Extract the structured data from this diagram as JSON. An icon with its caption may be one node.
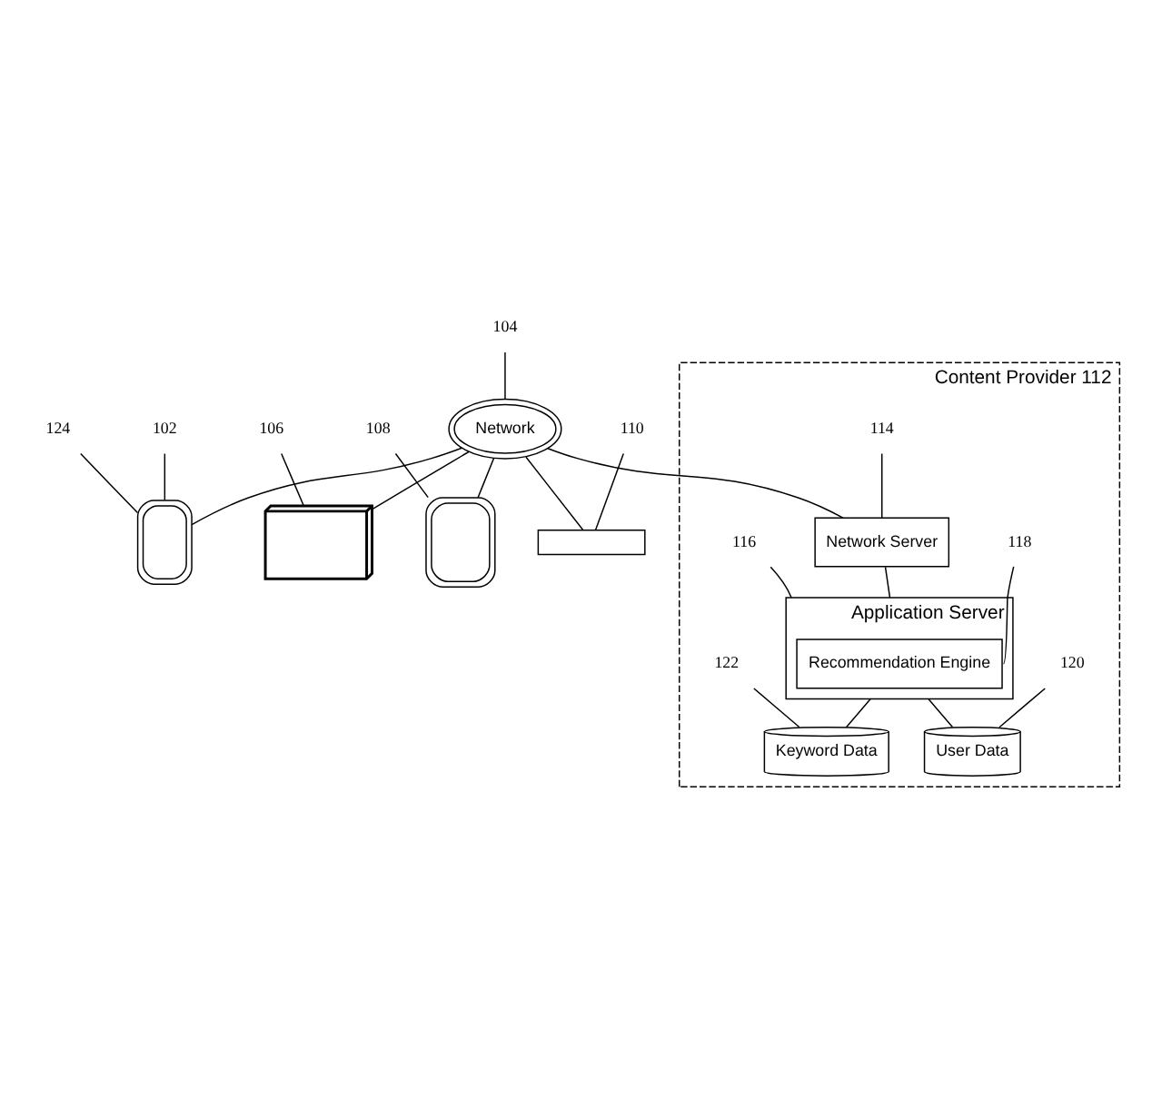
{
  "diagram": {
    "nodes": [
      {
        "text": [
          "102"
        ]
      },
      {
        "text": [],
        "shape": "phone"
      },
      {
        "text": [
          "124"
        ]
      },
      {
        "text": [
          "104"
        ]
      },
      {
        "text": [
          "Network"
        ]
      },
      {
        "text": [
          "106"
        ]
      },
      {
        "text": [],
        "shape": "computer"
      },
      {
        "text": [],
        "shape": "tablet"
      },
      {
        "text": [
          "108"
        ]
      },
      {
        "text": [],
        "shape": "box"
      },
      {
        "text": [
          "110"
        ]
      },
      {
        "text": [
          "Content Provider 112"
        ]
      },
      {
        "text": [
          "114"
        ],
        "in": 11
      },
      {
        "text": [
          "Network Server"
        ],
        "in": 11
      },
      {
        "text": [
          "Application Server"
        ],
        "in": 11
      },
      {
        "text": [
          "116"
        ],
        "in": 11
      },
      {
        "text": [
          "Recommendation Engine"
        ],
        "in": 14
      },
      {
        "text": [
          "118"
        ],
        "in": 11
      },
      {
        "text": [
          "User Data"
        ],
        "in": 11
      },
      {
        "text": [
          "120"
        ],
        "in": 11
      },
      {
        "text": [
          "Keyword Data"
        ],
        "in": 11
      },
      {
        "text": [
          "122"
        ],
        "in": 11
      }
    ],
    "edges": [
      {
        "from": 4,
        "to": 1,
        "arrow": "none"
      },
      {
        "from": 4,
        "to": 6,
        "arrow": "none"
      },
      {
        "from": 4,
        "to": 7,
        "arrow": "none"
      },
      {
        "from": 4,
        "to": 9,
        "arrow": "none"
      },
      {
        "from": 4,
        "to": 13,
        "arrow": "none"
      },
      {
        "from": 13,
        "to": 14,
        "arrow": "none"
      },
      {
        "from": 14,
        "to": 18,
        "arrow": "none"
      },
      {
        "from": 14,
        "to": 20,
        "arrow": "none"
      },
      {
        "from": 0,
        "to": 1,
        "arrow": "none"
      },
      {
        "from": 2,
        "to": 1,
        "arrow": "none"
      },
      {
        "from": 3,
        "to": 4,
        "arrow": "none"
      },
      {
        "from": 5,
        "to": 6,
        "arrow": "none"
      },
      {
        "from": 8,
        "to": 7,
        "arrow": "none"
      },
      {
        "from": 10,
        "to": 9,
        "arrow": "none"
      },
      {
        "from": 12,
        "to": 13,
        "arrow": "none"
      },
      {
        "from": 15,
        "to": 14,
        "arrow": "none"
      },
      {
        "from": 17,
        "to": 16,
        "arrow": "none"
      },
      {
        "from": 19,
        "to": 18,
        "arrow": "none"
      },
      {
        "from": 21,
        "to": 20,
        "arrow": "none"
      }
    ]
  }
}
